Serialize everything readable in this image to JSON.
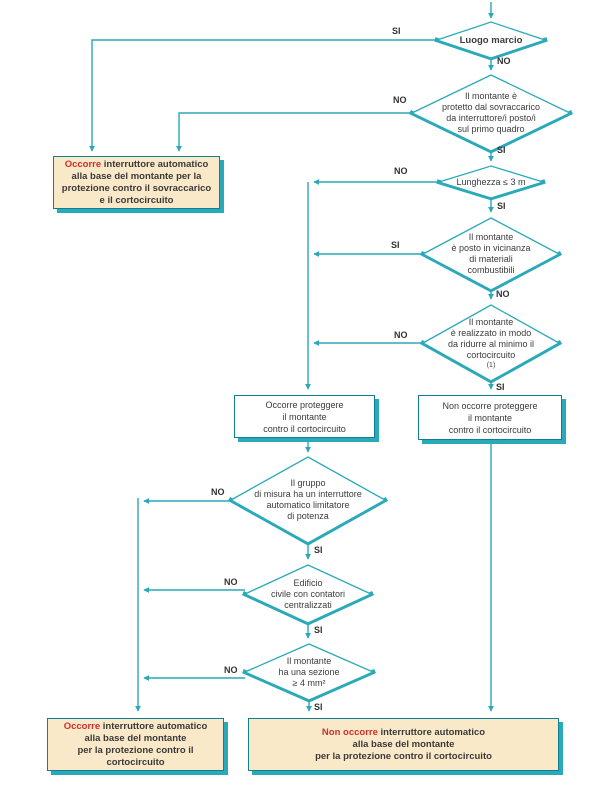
{
  "palette": {
    "teal_line": "#2aa9b8",
    "teal_border": "#0f7f93",
    "cream_fill": "#fae9c8",
    "red_highlight": "#cf2e2e",
    "text": "#3a3a3a"
  },
  "labels": {
    "si": "SI",
    "no": "NO"
  },
  "diamonds": {
    "d1": {
      "text": "Luogo marcio"
    },
    "d2": {
      "text": "Il montante è\nprotetto dal sovraccarico\nda interruttore/i posto/i\nsul primo quadro"
    },
    "d3": {
      "text": "Lunghezza ≤ 3 m"
    },
    "d4": {
      "text": "Il montante\nè posto in vicinanza\ndi materiali\ncombustibili"
    },
    "d5": {
      "text": "Il montante\nè realizzato in modo\nda ridurre al minimo il\ncortocircuito",
      "note": "(1)"
    },
    "d6": {
      "text": "Il gruppo\ndi misura ha un interruttore\nautomatico limitatore\ndi potenza"
    },
    "d7": {
      "text": "Edificio\ncivile con contatori\ncentralizzati"
    },
    "d8": {
      "text": "Il montante\nha una sezione\n≥ 4 mm²"
    }
  },
  "boxes": {
    "b1": {
      "highlight": "Occorre",
      "rest": " interruttore automatico\nalla base del montante per la\nprotezione contro il sovraccarico\ne il cortocircuito"
    },
    "b2": {
      "text": "Occorre proteggere\nil montante\ncontro il cortocircuito"
    },
    "b3": {
      "text": "Non occorre proteggere\nil montante\ncontro il cortocircuito"
    },
    "b4": {
      "highlight": "Occorre",
      "rest": " interruttore automatico\nalla base del montante\nper la protezione contro il cortocircuito"
    },
    "b5": {
      "highlight": "Non occorre",
      "rest": " interruttore automatico\nalla base del montante\nper la protezione contro il cortocircuito"
    }
  }
}
